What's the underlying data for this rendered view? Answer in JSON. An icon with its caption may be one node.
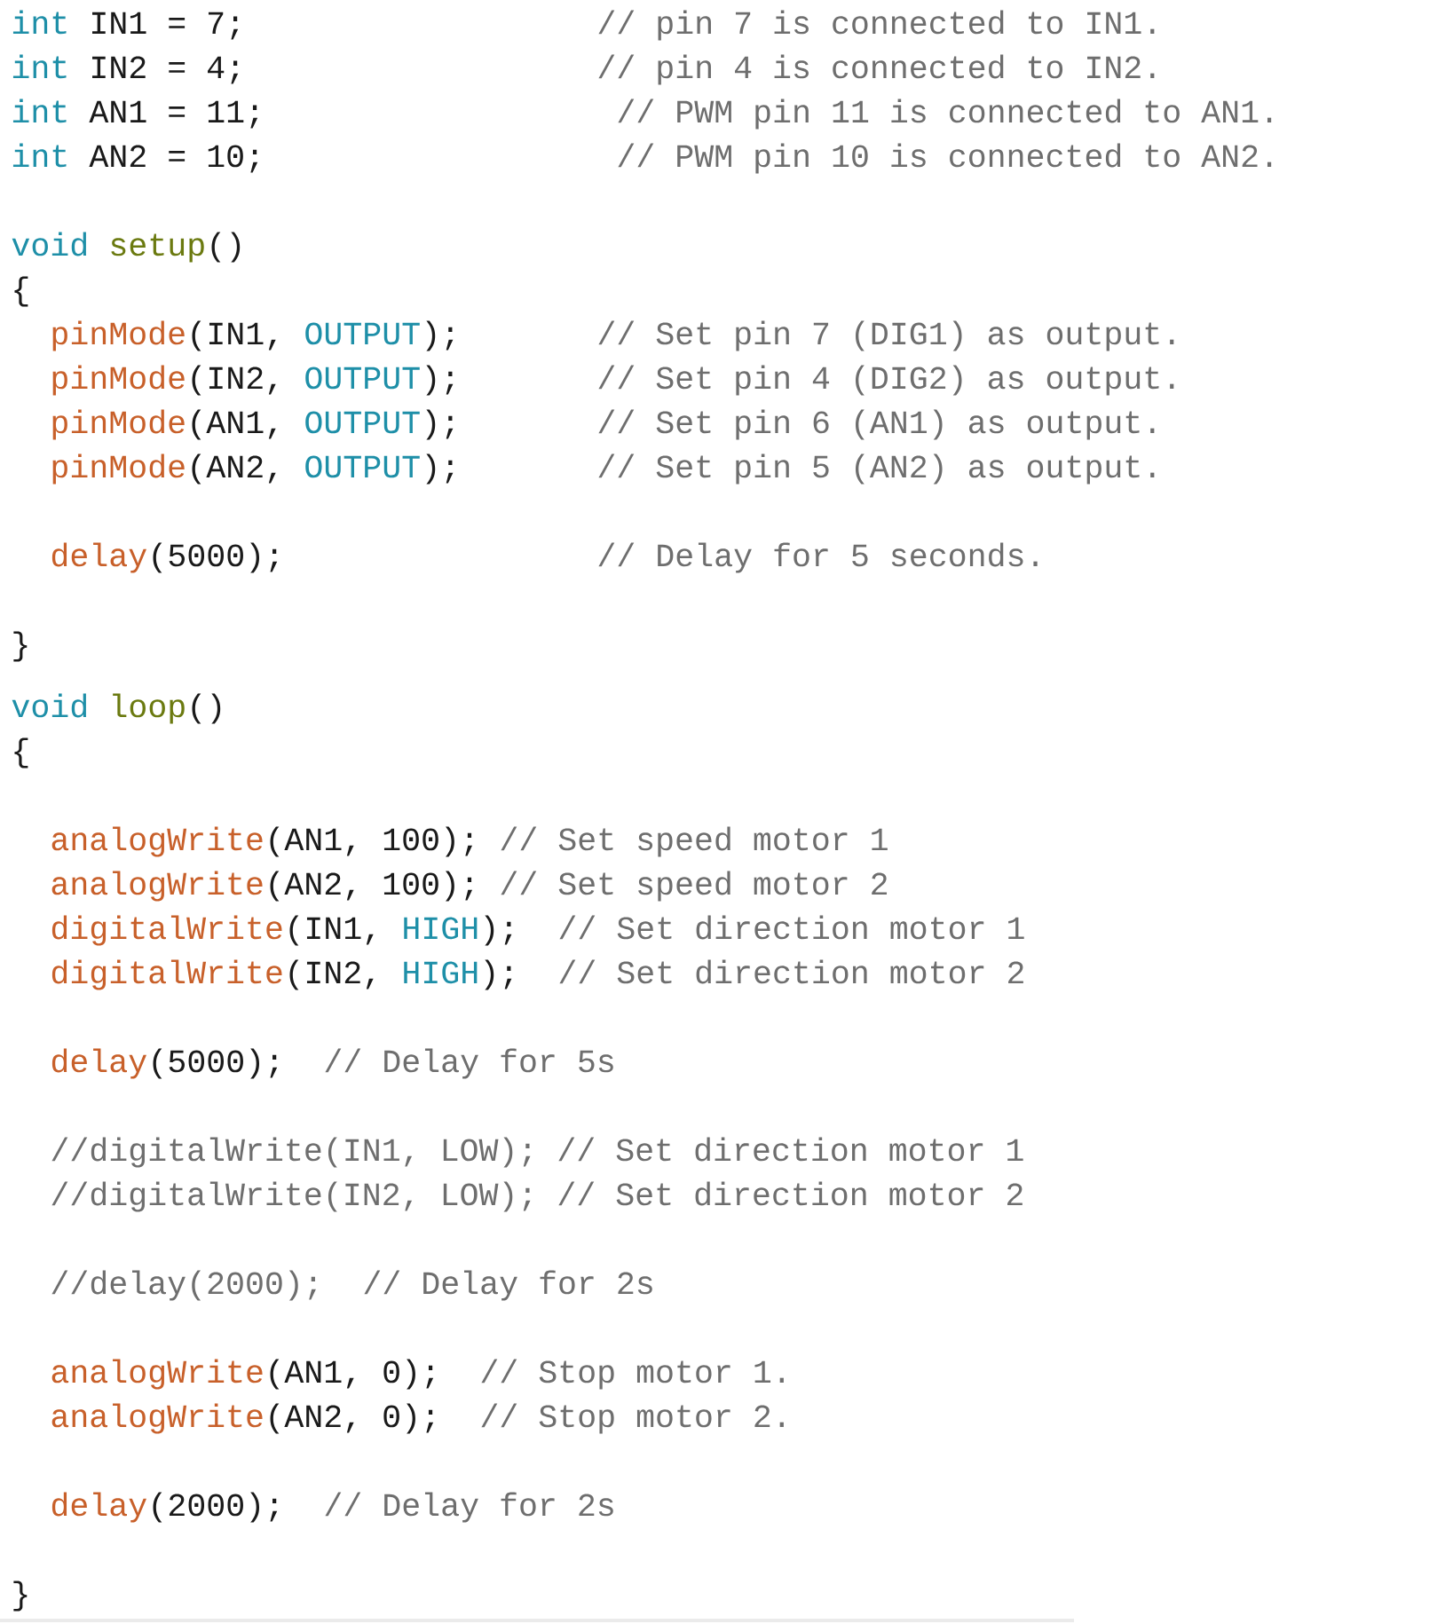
{
  "diagram": {
    "labels": [
      "int",
      "IN1 = 7;",
      "// pin 7 is connected to IN1.",
      "int",
      "IN2 = 4;",
      "// pin 4 is connected to IN2.",
      "int",
      "AN1 = 11;",
      "// PWM pin 11 is connected to AN1.",
      "int",
      "AN2 = 10;",
      "// PWM pin 10 is connected to AN2.",
      "void",
      "setup",
      "()",
      "{",
      "pinMode",
      "(IN1,",
      "OUTPUT",
      ");",
      "// Set pin 7 (DIG1) as output.",
      "pinMode",
      "(IN2,",
      "OUTPUT",
      ");",
      "// Set pin 4 (DIG2) as output.",
      "pinMode",
      "(AN1,",
      "OUTPUT",
      ");",
      "// Set pin 6 (AN1) as output.",
      "pinMode",
      "(AN2,",
      "OUTPUT",
      ");",
      "// Set pin 5 (AN2) as output.",
      "delay",
      "(5000);",
      "// Delay for 5 seconds.",
      "}",
      "void",
      "loop",
      "()",
      "{",
      "analogWrite",
      "(AN1, 100);",
      "// Set speed motor 1",
      "analogWrite",
      "(AN2, 100);",
      "// Set speed motor 2",
      "digitalWrite",
      "(IN1,",
      "HIGH",
      ");",
      "// Set direction motor 1",
      "digitalWrite",
      "(IN2,",
      "HIGH",
      ");",
      "// Set direction motor 2",
      "delay",
      "(5000);",
      "// Delay for 5s",
      "//digitalWrite(IN1, LOW); // Set direction motor 1",
      "//digitalWrite(IN2, LOW); // Set direction motor 2",
      "//delay(2000);",
      "// Delay for 2s",
      "analogWrite",
      "(AN1, 0);",
      "// Stop motor 1.",
      "analogWrite",
      "(AN2, 0);",
      "// Stop motor 2.",
      "delay",
      "(2000);",
      "// Delay for 2s",
      "}"
    ]
  }
}
